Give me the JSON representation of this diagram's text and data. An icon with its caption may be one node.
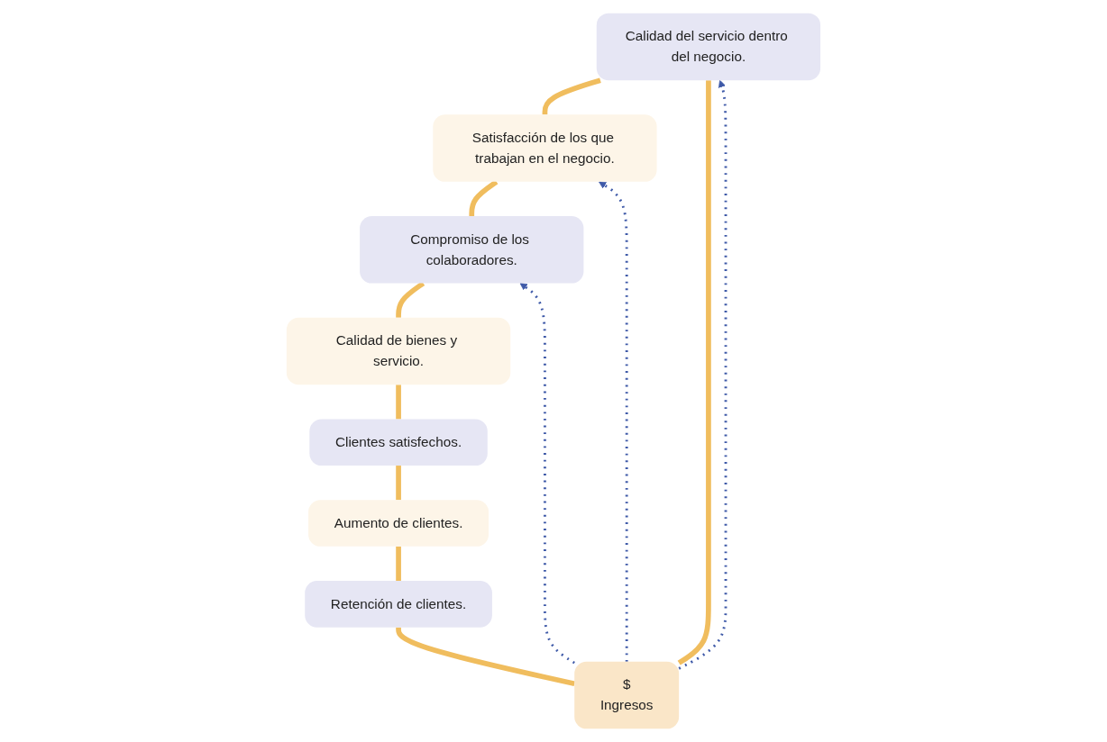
{
  "diagram": {
    "nodes": [
      {
        "text": [
          "Calidad del servicio dentro del negocio."
        ]
      },
      {
        "text": [
          "Satisfacción de los que trabajan en el negocio."
        ]
      },
      {
        "text": [
          "Compromiso de los colaboradores."
        ]
      },
      {
        "text": [
          "Calidad de bienes y servicio."
        ]
      },
      {
        "text": [
          "Clientes satisfechos."
        ]
      },
      {
        "text": [
          "Aumento de clientes."
        ]
      },
      {
        "text": [
          "Retención de clientes."
        ]
      },
      {
        "text": [
          "$",
          "Ingresos"
        ]
      }
    ],
    "edges": [
      {
        "from": 0,
        "to": 1,
        "arrow": "none"
      },
      {
        "from": 1,
        "to": 2,
        "arrow": "none"
      },
      {
        "from": 2,
        "to": 3,
        "arrow": "none"
      },
      {
        "from": 3,
        "to": 4,
        "arrow": "none"
      },
      {
        "from": 4,
        "to": 5,
        "arrow": "none"
      },
      {
        "from": 5,
        "to": 6,
        "arrow": "none"
      },
      {
        "from": 6,
        "to": 7,
        "arrow": "none"
      },
      {
        "from": 7,
        "to": 0,
        "arrow": "none"
      },
      {
        "from": 7,
        "to": 0,
        "arrow": "to",
        "style": "dashed",
        "color": "#3f5aa8"
      },
      {
        "from": 7,
        "to": 1,
        "arrow": "to",
        "style": "dashed",
        "color": "#3f5aa8"
      },
      {
        "from": 7,
        "to": 2,
        "arrow": "to",
        "style": "dashed",
        "color": "#3f5aa8"
      }
    ]
  }
}
